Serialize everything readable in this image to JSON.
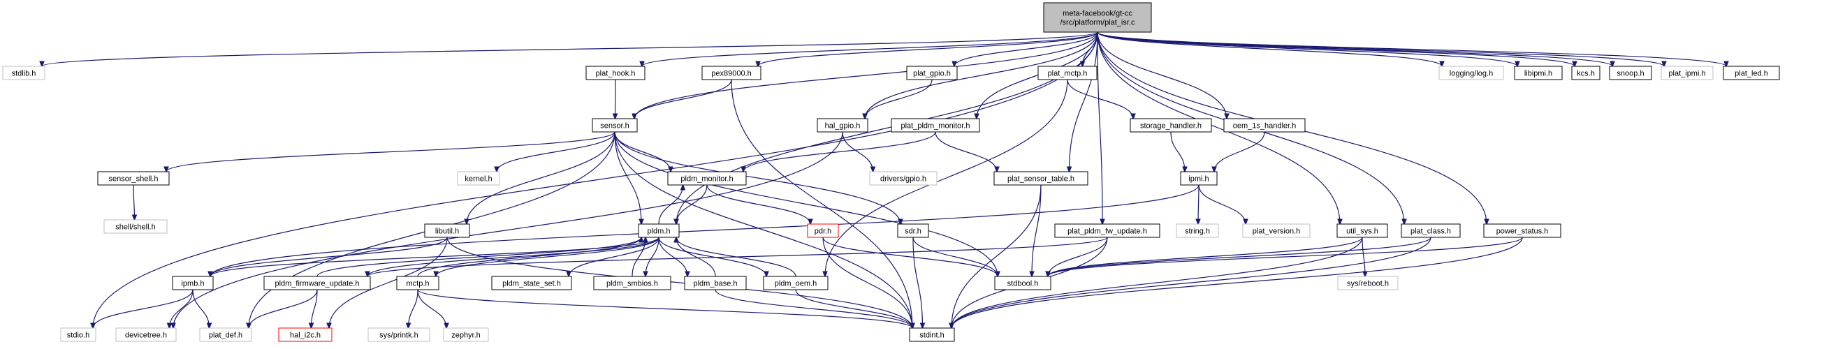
{
  "root": {
    "id": "root",
    "lines": [
      "meta-facebook/gt-cc",
      "/src/platform/plat_isr.c"
    ],
    "style": "root"
  },
  "nodes": [
    {
      "id": "stdlib",
      "label": "stdlib.h",
      "style": "ext"
    },
    {
      "id": "plat_hook",
      "label": "plat_hook.h",
      "style": "plain"
    },
    {
      "id": "pex89000",
      "label": "pex89000.h",
      "style": "plain"
    },
    {
      "id": "plat_gpio",
      "label": "plat_gpio.h",
      "style": "plain"
    },
    {
      "id": "plat_mctp",
      "label": "plat_mctp.h",
      "style": "plain"
    },
    {
      "id": "logging",
      "label": "logging/log.h",
      "style": "ext"
    },
    {
      "id": "libipmi",
      "label": "libipmi.h",
      "style": "plain"
    },
    {
      "id": "kcs",
      "label": "kcs.h",
      "style": "plain"
    },
    {
      "id": "snoop",
      "label": "snoop.h",
      "style": "plain"
    },
    {
      "id": "plat_ipmi",
      "label": "plat_ipmi.h",
      "style": "ext"
    },
    {
      "id": "plat_led",
      "label": "plat_led.h",
      "style": "plain"
    },
    {
      "id": "sensor",
      "label": "sensor.h",
      "style": "plain"
    },
    {
      "id": "hal_gpio",
      "label": "hal_gpio.h",
      "style": "plain"
    },
    {
      "id": "plat_pldm_monitor",
      "label": "plat_pldm_monitor.h",
      "style": "plain"
    },
    {
      "id": "storage_handler",
      "label": "storage_handler.h",
      "style": "plain"
    },
    {
      "id": "oem_1s_handler",
      "label": "oem_1s_handler.h",
      "style": "plain"
    },
    {
      "id": "sensor_shell",
      "label": "sensor_shell.h",
      "style": "plain"
    },
    {
      "id": "kernel",
      "label": "kernel.h",
      "style": "ext"
    },
    {
      "id": "pldm_monitor",
      "label": "pldm_monitor.h",
      "style": "plain"
    },
    {
      "id": "drivers_gpio",
      "label": "drivers/gpio.h",
      "style": "ext"
    },
    {
      "id": "plat_sensor_table",
      "label": "plat_sensor_table.h",
      "style": "plain"
    },
    {
      "id": "ipmi",
      "label": "ipmi.h",
      "style": "plain"
    },
    {
      "id": "shell",
      "label": "shell/shell.h",
      "style": "ext"
    },
    {
      "id": "libutil",
      "label": "libutil.h",
      "style": "plain"
    },
    {
      "id": "pldm",
      "label": "pldm.h",
      "style": "plain"
    },
    {
      "id": "pdr",
      "label": "pdr.h",
      "style": "red"
    },
    {
      "id": "sdr",
      "label": "sdr.h",
      "style": "plain"
    },
    {
      "id": "plat_pldm_fw_update",
      "label": "plat_pldm_fw_update.h",
      "style": "plain"
    },
    {
      "id": "string",
      "label": "string.h",
      "style": "ext"
    },
    {
      "id": "plat_version",
      "label": "plat_version.h",
      "style": "ext"
    },
    {
      "id": "util_sys",
      "label": "util_sys.h",
      "style": "plain"
    },
    {
      "id": "plat_class",
      "label": "plat_class.h",
      "style": "plain"
    },
    {
      "id": "power_status",
      "label": "power_status.h",
      "style": "plain"
    },
    {
      "id": "ipmb",
      "label": "ipmb.h",
      "style": "plain"
    },
    {
      "id": "pldm_firmware_update",
      "label": "pldm_firmware_update.h",
      "style": "plain"
    },
    {
      "id": "mctp",
      "label": "mctp.h",
      "style": "plain"
    },
    {
      "id": "pldm_state_set",
      "label": "pldm_state_set.h",
      "style": "plain"
    },
    {
      "id": "pldm_smbios",
      "label": "pldm_smbios.h",
      "style": "plain"
    },
    {
      "id": "pldm_base",
      "label": "pldm_base.h",
      "style": "plain"
    },
    {
      "id": "pldm_oem",
      "label": "pldm_oem.h",
      "style": "plain"
    },
    {
      "id": "stdbool",
      "label": "stdbool.h",
      "style": "plain"
    },
    {
      "id": "sys_reboot",
      "label": "sys/reboot.h",
      "style": "ext"
    },
    {
      "id": "stdio",
      "label": "stdio.h",
      "style": "ext"
    },
    {
      "id": "devicetree",
      "label": "devicetree.h",
      "style": "ext"
    },
    {
      "id": "plat_def",
      "label": "plat_def.h",
      "style": "ext"
    },
    {
      "id": "hal_i2c",
      "label": "hal_i2c.h",
      "style": "red"
    },
    {
      "id": "sys_printk",
      "label": "sys/printk.h",
      "style": "ext"
    },
    {
      "id": "zephyr",
      "label": "zephyr.h",
      "style": "ext"
    },
    {
      "id": "stdint",
      "label": "stdint.h",
      "style": "plain"
    }
  ],
  "edges": [
    [
      "root",
      "stdlib"
    ],
    [
      "root",
      "plat_hook"
    ],
    [
      "root",
      "pex89000"
    ],
    [
      "root",
      "plat_gpio"
    ],
    [
      "root",
      "plat_mctp"
    ],
    [
      "root",
      "logging"
    ],
    [
      "root",
      "libipmi"
    ],
    [
      "root",
      "kcs"
    ],
    [
      "root",
      "snoop"
    ],
    [
      "root",
      "plat_ipmi"
    ],
    [
      "root",
      "plat_led"
    ],
    [
      "root",
      "sensor"
    ],
    [
      "root",
      "hal_gpio"
    ],
    [
      "root",
      "plat_pldm_monitor"
    ],
    [
      "root",
      "oem_1s_handler"
    ],
    [
      "root",
      "plat_sensor_table"
    ],
    [
      "root",
      "plat_pldm_fw_update"
    ],
    [
      "root",
      "util_sys"
    ],
    [
      "root",
      "plat_class"
    ],
    [
      "root",
      "power_status"
    ],
    [
      "root",
      "pldm"
    ],
    [
      "root",
      "stdio"
    ],
    [
      "plat_hook",
      "sensor"
    ],
    [
      "pex89000",
      "sensor"
    ],
    [
      "pex89000",
      "stdint"
    ],
    [
      "plat_gpio",
      "hal_gpio"
    ],
    [
      "plat_mctp",
      "storage_handler"
    ],
    [
      "plat_mctp",
      "pldm_oem"
    ],
    [
      "sensor",
      "sensor_shell"
    ],
    [
      "sensor",
      "kernel"
    ],
    [
      "sensor",
      "pldm_monitor"
    ],
    [
      "sensor",
      "libutil"
    ],
    [
      "sensor",
      "sdr"
    ],
    [
      "sensor",
      "stdbool"
    ],
    [
      "sensor",
      "stdint"
    ],
    [
      "sensor",
      "plat_def"
    ],
    [
      "sensor",
      "pldm"
    ],
    [
      "hal_gpio",
      "drivers_gpio"
    ],
    [
      "hal_gpio",
      "devicetree"
    ],
    [
      "plat_pldm_monitor",
      "pldm_monitor"
    ],
    [
      "plat_pldm_monitor",
      "plat_sensor_table"
    ],
    [
      "storage_handler",
      "ipmi"
    ],
    [
      "oem_1s_handler",
      "ipmi"
    ],
    [
      "sensor_shell",
      "shell"
    ],
    [
      "pldm_monitor",
      "pldm"
    ],
    [
      "pldm_monitor",
      "pdr"
    ],
    [
      "plat_sensor_table",
      "stdbool"
    ],
    [
      "plat_sensor_table",
      "stdint"
    ],
    [
      "ipmi",
      "string"
    ],
    [
      "ipmi",
      "plat_version"
    ],
    [
      "ipmi",
      "ipmb"
    ],
    [
      "libutil",
      "ipmb"
    ],
    [
      "libutil",
      "stdint"
    ],
    [
      "libutil",
      "hal_i2c"
    ],
    [
      "pldm",
      "pldm_monitor"
    ],
    [
      "pldm",
      "ipmb"
    ],
    [
      "pldm",
      "pldm_firmware_update"
    ],
    [
      "pldm",
      "mctp"
    ],
    [
      "pldm",
      "pldm_state_set"
    ],
    [
      "pldm",
      "pldm_smbios"
    ],
    [
      "pldm",
      "pldm_base"
    ],
    [
      "pldm",
      "pldm_oem"
    ],
    [
      "pdr",
      "stdbool"
    ],
    [
      "pdr",
      "stdint"
    ],
    [
      "sdr",
      "stdbool"
    ],
    [
      "sdr",
      "stdint"
    ],
    [
      "plat_pldm_fw_update",
      "pldm_firmware_update"
    ],
    [
      "plat_pldm_fw_update",
      "stdbool"
    ],
    [
      "plat_pldm_fw_update",
      "stdint"
    ],
    [
      "util_sys",
      "stdbool"
    ],
    [
      "util_sys",
      "sys_reboot"
    ],
    [
      "util_sys",
      "stdint"
    ],
    [
      "plat_class",
      "stdbool"
    ],
    [
      "plat_class",
      "stdint"
    ],
    [
      "power_status",
      "stdbool"
    ],
    [
      "power_status",
      "stdint"
    ],
    [
      "ipmb",
      "stdio"
    ],
    [
      "ipmb",
      "devicetree"
    ],
    [
      "ipmb",
      "plat_def"
    ],
    [
      "pldm_firmware_update",
      "pldm"
    ],
    [
      "pldm_firmware_update",
      "plat_def"
    ],
    [
      "pldm_firmware_update",
      "hal_i2c"
    ],
    [
      "mctp",
      "pldm"
    ],
    [
      "mctp",
      "sys_printk"
    ],
    [
      "mctp",
      "zephyr"
    ],
    [
      "mctp",
      "stdint"
    ],
    [
      "pldm_smbios",
      "pldm"
    ],
    [
      "pldm_base",
      "pldm"
    ],
    [
      "pldm_base",
      "stdint"
    ],
    [
      "pldm_oem",
      "pldm"
    ],
    [
      "pldm_oem",
      "stdint"
    ]
  ]
}
